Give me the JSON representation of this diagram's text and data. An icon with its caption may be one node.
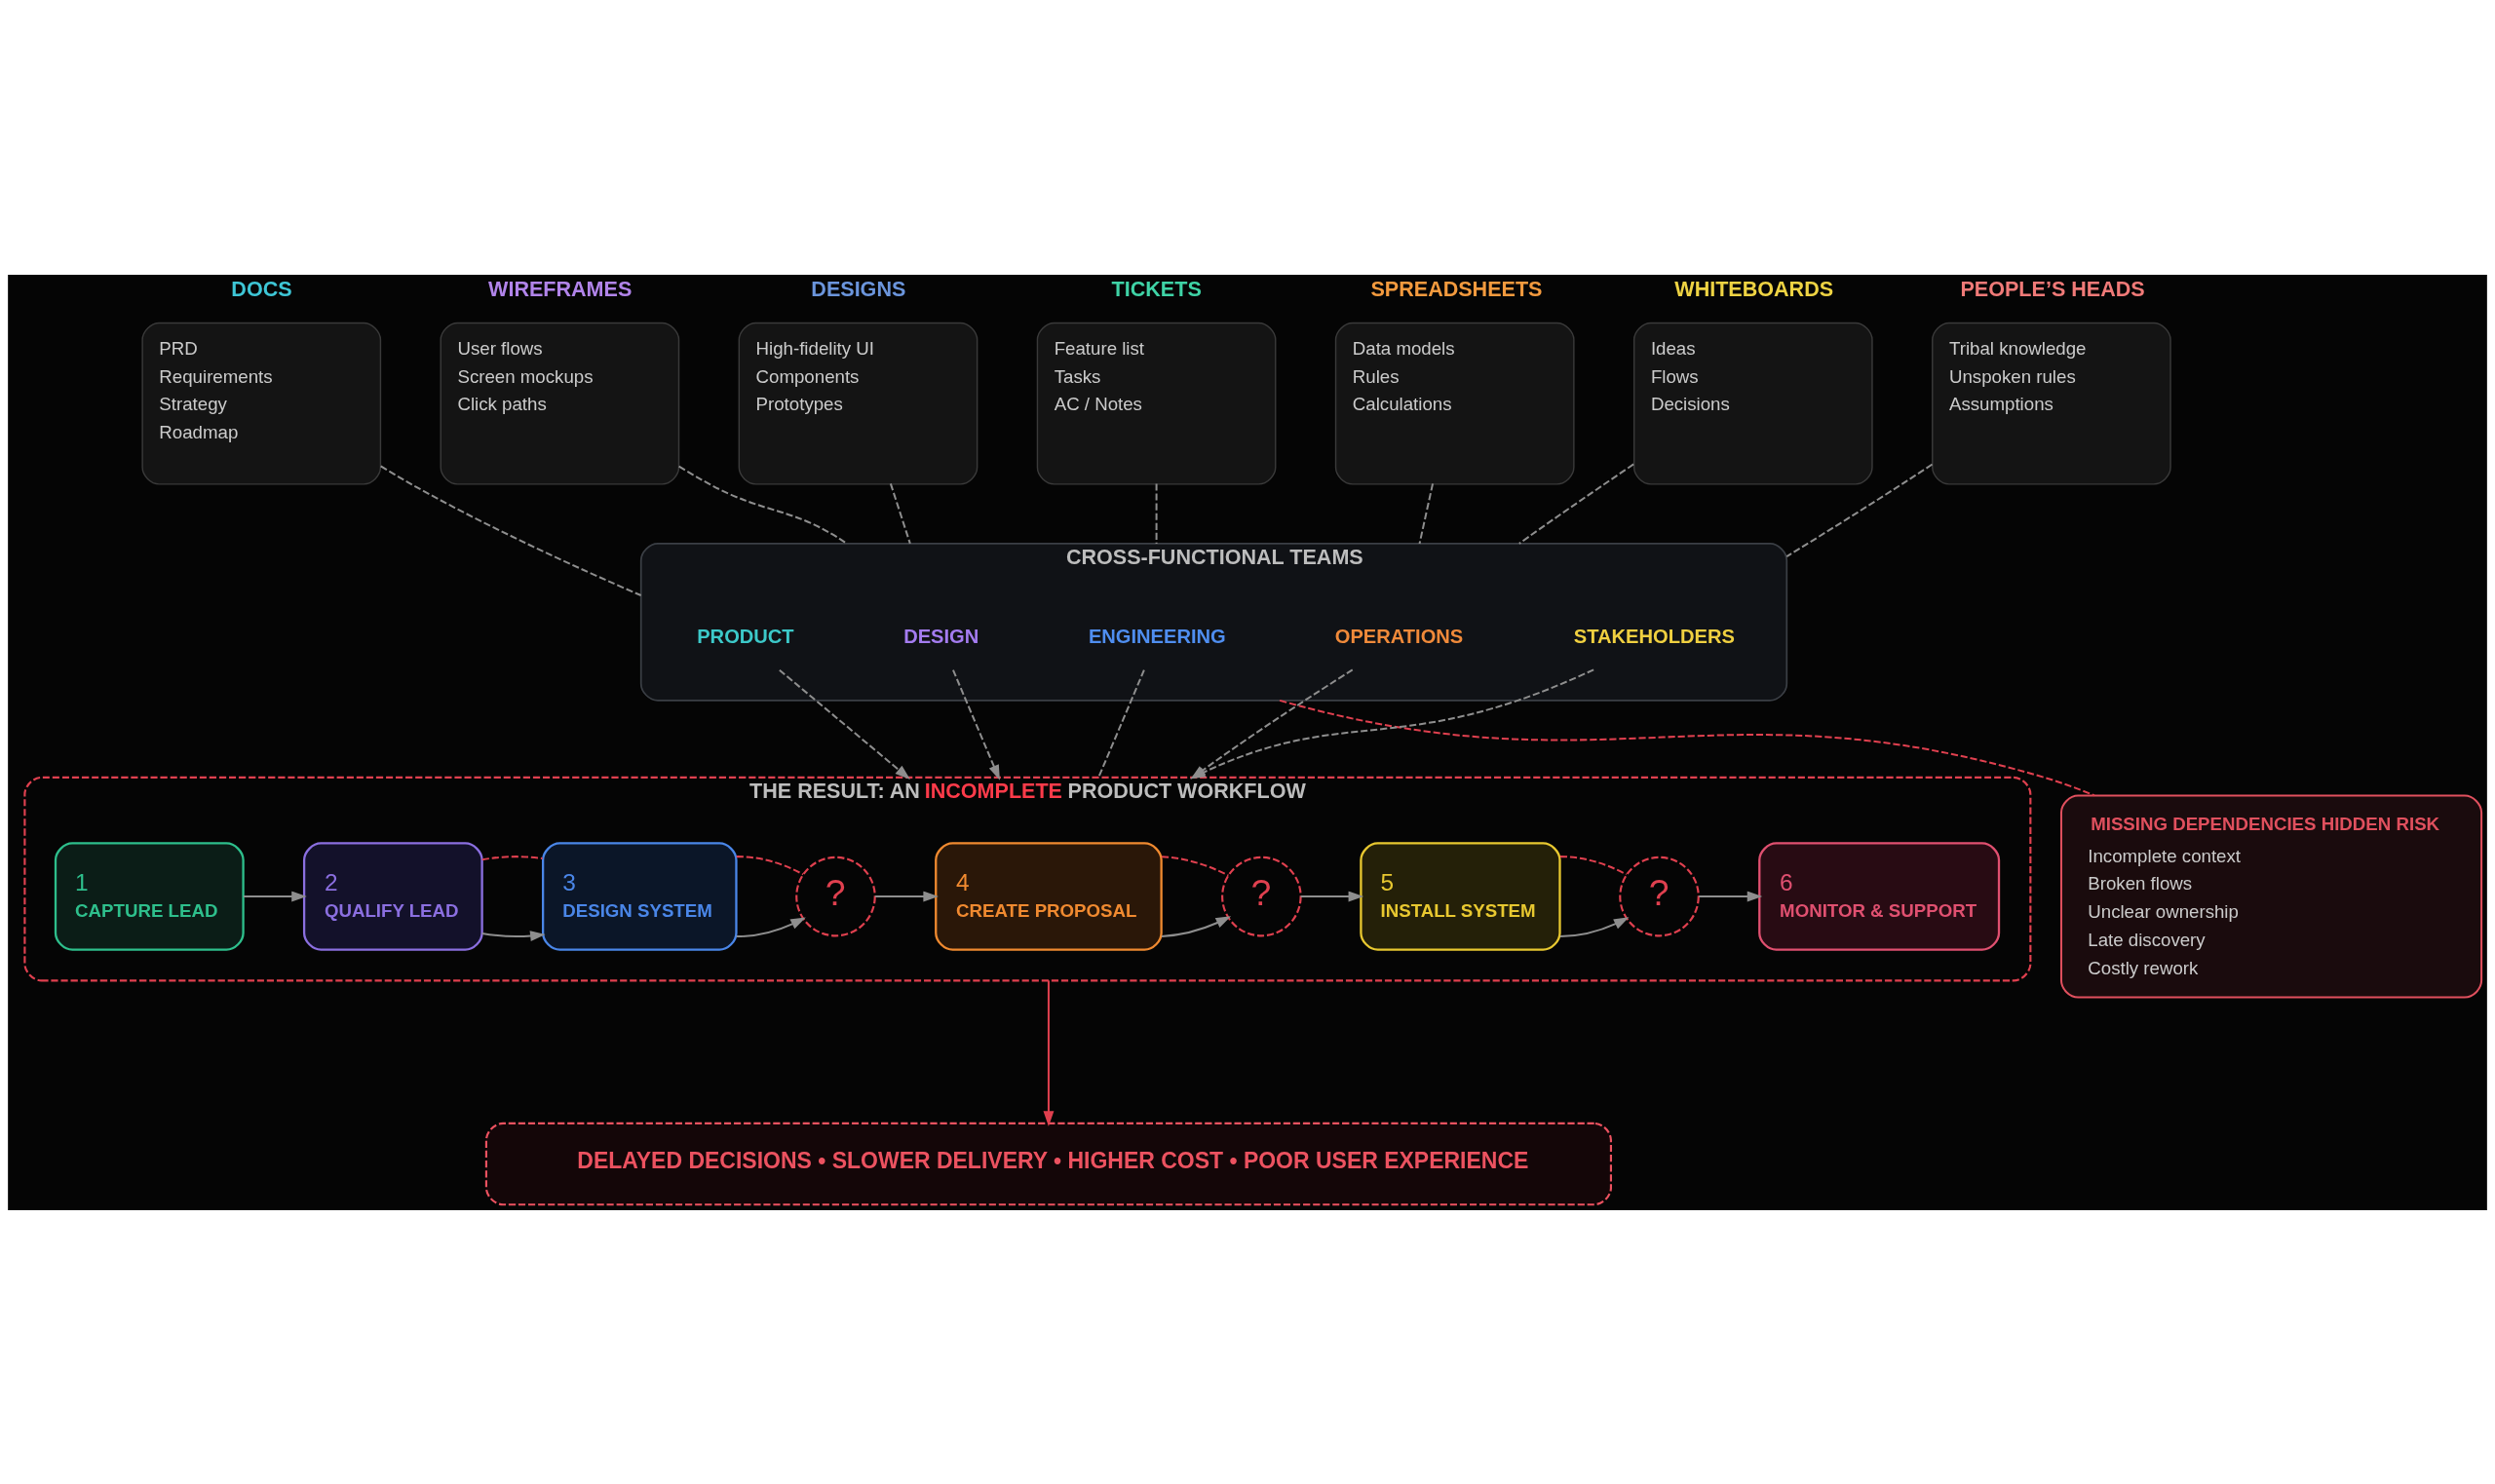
{
  "diagram": {
    "nodes": [
      {
        "text": [
          "DOCS",
          "PRD",
          "Requirements",
          "Strategy",
          "Roadmap"
        ]
      },
      {
        "text": [
          "WIREFRAMES",
          "User flows",
          "Screen mockups",
          "Click paths"
        ]
      },
      {
        "text": [
          "DESIGNS",
          "High-fidelity UI",
          "Components",
          "Prototypes"
        ]
      },
      {
        "text": [
          "TICKETS",
          "Feature list",
          "Tasks",
          "AC / Notes"
        ]
      },
      {
        "text": [
          "SPREADSHEETS",
          "Data models",
          "Rules",
          "Calculations"
        ]
      },
      {
        "text": [
          "WHITEBOARDS",
          "Ideas",
          "Flows",
          "Decisions"
        ]
      },
      {
        "text": [
          "PEOPLE’S HEADS",
          "Tribal knowledge",
          "Unspoken rules",
          "Assumptions"
        ]
      },
      {
        "text": [
          "CROSS-FUNCTIONAL TEAMS"
        ]
      },
      {
        "text": [
          "PRODUCT"
        ],
        "in": 7
      },
      {
        "text": [
          "DESIGN"
        ],
        "in": 7
      },
      {
        "text": [
          "ENGINEERING"
        ],
        "in": 7
      },
      {
        "text": [
          "OPERATIONS"
        ],
        "in": 7
      },
      {
        "text": [
          "STAKEHOLDERS"
        ],
        "in": 7
      },
      {
        "text": [
          "MISSING DEPENDENCIES HIDDEN RISK",
          "Incomplete context",
          "Broken flows",
          "Unclear ownership",
          "Late discovery",
          "Costly rework"
        ]
      },
      {
        "text": [
          "THE RESULT: AN **INCOMPLETE** PRODUCT WORKFLOW"
        ]
      },
      {
        "text": [
          "1",
          "CAPTURE LEAD"
        ],
        "in": 14
      },
      {
        "text": [
          "2",
          "QUALIFY LEAD"
        ],
        "in": 14
      },
      {
        "text": [
          "3",
          "DESIGN SYSTEM"
        ],
        "in": 14
      },
      {
        "text": [
          "?"
        ],
        "in": 14
      },
      {
        "text": [
          "4",
          "CREATE PROPOSAL"
        ],
        "in": 14
      },
      {
        "text": [
          "?"
        ],
        "in": 14
      },
      {
        "text": [
          "5",
          "INSTALL SYSTEM"
        ],
        "in": 14
      },
      {
        "text": [
          "?"
        ],
        "in": 14
      },
      {
        "text": [
          "6",
          "MONITOR & SUPPORT"
        ],
        "in": 14
      },
      {
        "text": [
          "DELAYED DECISIONS • SLOWER DELIVERY • HIGHER COST • POOR USER EXPERIENCE"
        ]
      }
    ],
    "edges": [
      {
        "from": 0,
        "to": 7,
        "arrow": "none",
        "style": "dashed"
      },
      {
        "from": 1,
        "to": 7,
        "arrow": "none",
        "style": "dashed"
      },
      {
        "from": 2,
        "to": 7,
        "arrow": "none",
        "style": "dashed"
      },
      {
        "from": 3,
        "to": 7,
        "arrow": "none",
        "style": "dashed"
      },
      {
        "from": 4,
        "to": 7,
        "arrow": "none",
        "style": "dashed"
      },
      {
        "from": 5,
        "to": 7,
        "arrow": "none",
        "style": "dashed"
      },
      {
        "from": 6,
        "to": 7,
        "arrow": "none",
        "style": "dashed"
      },
      {
        "from": 7,
        "to": 13,
        "arrow": "none",
        "style": "dashed",
        "color": "#e0404f"
      },
      {
        "from": 8,
        "to": 14,
        "arrow": "to",
        "style": "dashed"
      },
      {
        "from": 9,
        "to": 14,
        "arrow": "to",
        "style": "dashed"
      },
      {
        "from": 10,
        "to": 14,
        "arrow": "none",
        "style": "dashed"
      },
      {
        "from": 11,
        "to": 14,
        "arrow": "to",
        "style": "dashed"
      },
      {
        "from": 12,
        "to": 14,
        "arrow": "to",
        "style": "dashed"
      },
      {
        "from": 15,
        "to": 16,
        "arrow": "to"
      },
      {
        "from": 16,
        "to": 17,
        "arrow": "to"
      },
      {
        "from": 17,
        "to": 18,
        "arrow": "to"
      },
      {
        "from": 18,
        "to": 19,
        "arrow": "to"
      },
      {
        "from": 19,
        "to": 20,
        "arrow": "to"
      },
      {
        "from": 20,
        "to": 21,
        "arrow": "to"
      },
      {
        "from": 21,
        "to": 22,
        "arrow": "to"
      },
      {
        "from": 22,
        "to": 23,
        "arrow": "to"
      },
      {
        "from": 16,
        "to": 17,
        "arrow": "none",
        "style": "dashed",
        "color": "#e0404f"
      },
      {
        "from": 17,
        "to": 18,
        "arrow": "none",
        "style": "dashed",
        "color": "#e0404f"
      },
      {
        "from": 19,
        "to": 20,
        "arrow": "none",
        "style": "dashed",
        "color": "#e0404f"
      },
      {
        "from": 21,
        "to": 22,
        "arrow": "none",
        "style": "dashed",
        "color": "#e0404f"
      },
      {
        "from": 14,
        "to": 24,
        "arrow": "to",
        "color": "#e0404f"
      }
    ]
  }
}
